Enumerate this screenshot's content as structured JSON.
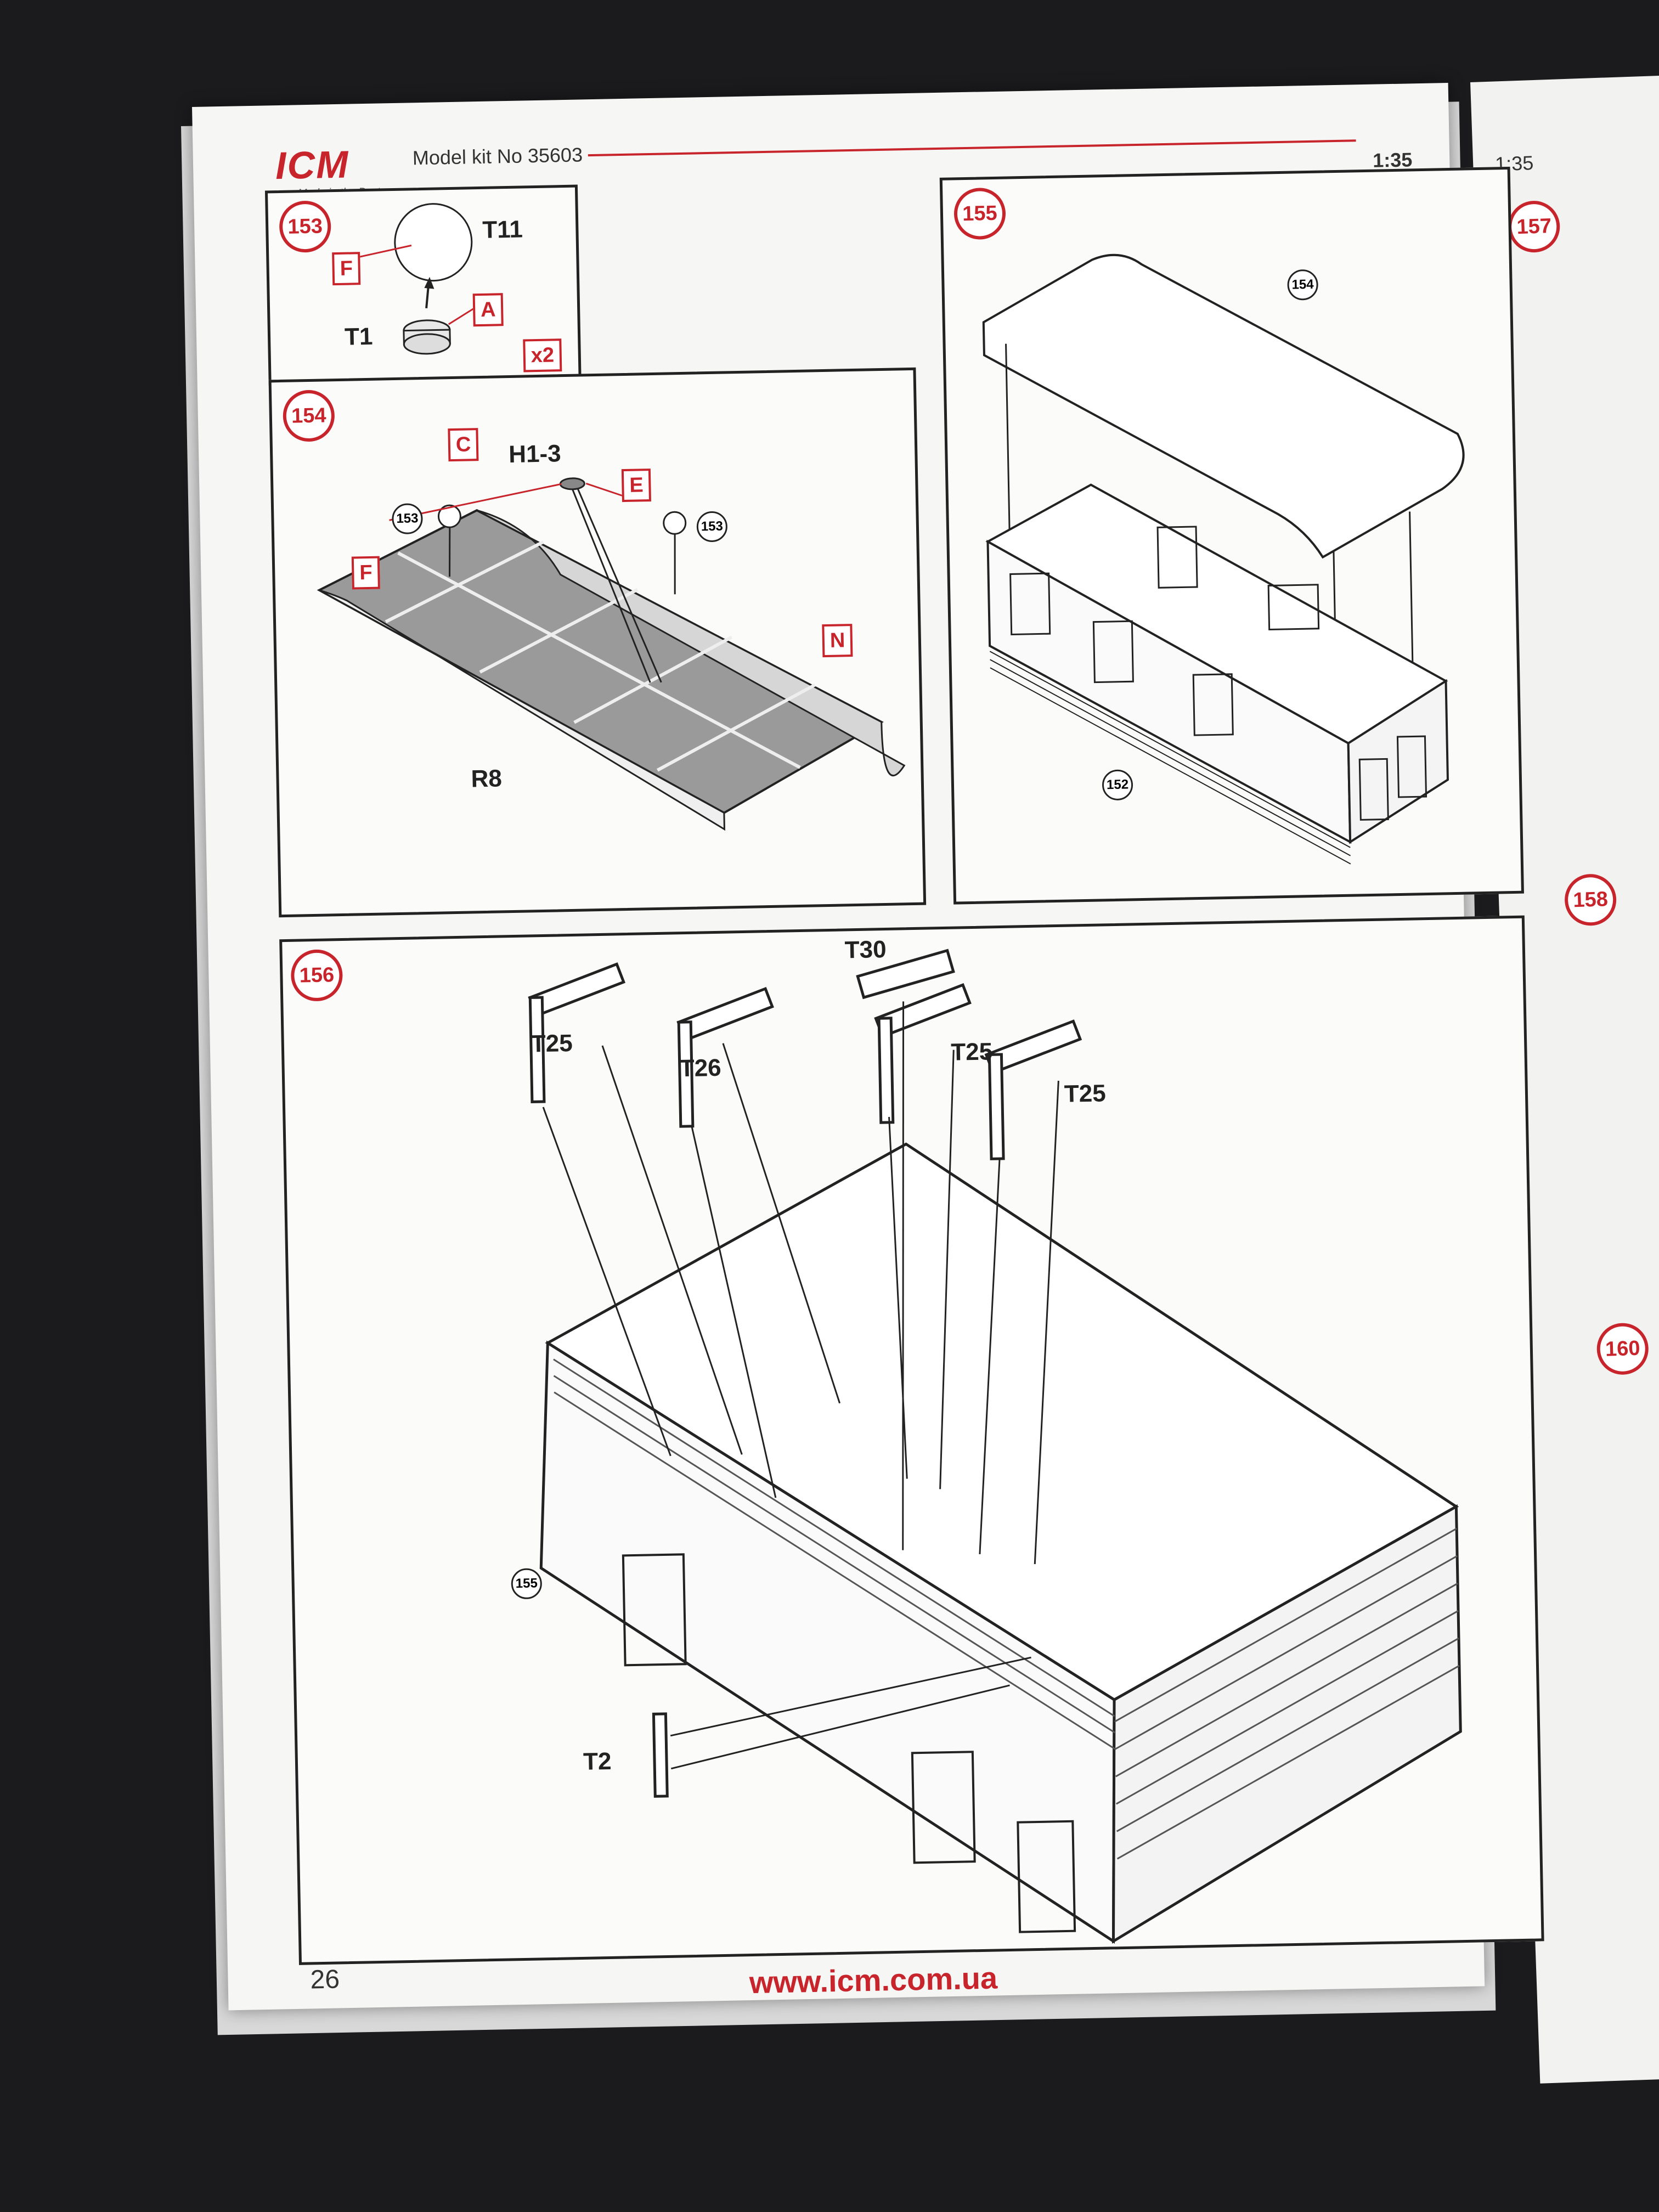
{
  "header": {
    "brand": "ICM",
    "brand_tag": "Made in the Best",
    "model_kit": "Model kit No 35603",
    "scale": "1:35"
  },
  "footer": {
    "page_number": "26",
    "website": "www.icm.com.ua"
  },
  "right_page": {
    "scale": "1:35",
    "steps": [
      "157",
      "158",
      "160"
    ]
  },
  "steps": {
    "s153": {
      "number": "153",
      "labels": [
        "T11",
        "T1"
      ],
      "tags": [
        "F",
        "A"
      ],
      "multiplier": "x2"
    },
    "s154": {
      "number": "154",
      "labels": [
        "H1-3",
        "R8"
      ],
      "tags": [
        "C",
        "E",
        "F",
        "N"
      ],
      "refs": [
        "153",
        "153"
      ]
    },
    "s155": {
      "number": "155",
      "refs": [
        "154",
        "152"
      ]
    },
    "s156": {
      "number": "156",
      "labels": [
        "T30",
        "T25",
        "T26",
        "T25",
        "T25",
        "T2"
      ],
      "refs": [
        "155"
      ]
    }
  },
  "colors": {
    "accent": "#c8242c",
    "ink": "#222222",
    "paper": "#f6f6f4"
  }
}
